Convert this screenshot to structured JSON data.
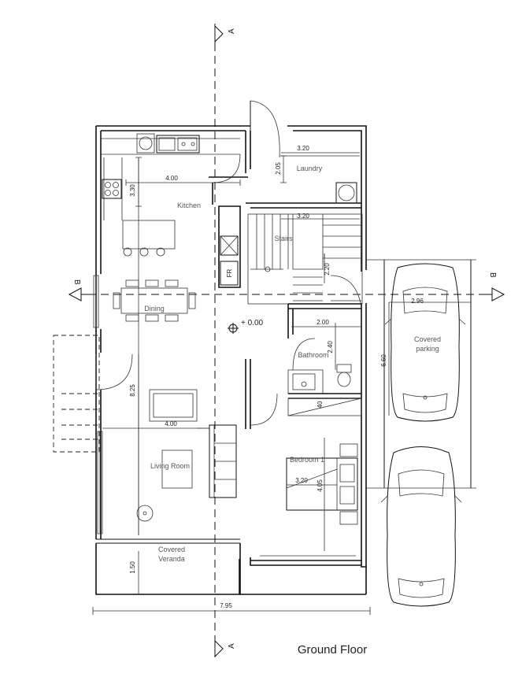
{
  "title": "Ground Floor",
  "level_marker": "+ 0.00",
  "section_markers": {
    "a_top": "A",
    "a_bottom": "A",
    "b_left": "B",
    "b_right": "B"
  },
  "rooms": {
    "kitchen": "Kitchen",
    "laundry": "Laundry",
    "stairs": "Stairs",
    "dining": "Dining",
    "bathroom": "Bathroom",
    "living_room": "Living Room",
    "bedroom": "Bedroom 1",
    "covered_veranda_line1": "Covered",
    "covered_veranda_line2": "Veranda",
    "covered_parking_line1": "Covered",
    "covered_parking_line2": "parking"
  },
  "fixtures": {
    "fridge": "FR"
  },
  "dimensions": {
    "kitchen_width": "4.00",
    "kitchen_depth": "3.30",
    "laundry_width": "3.20",
    "laundry_depth": "2.05",
    "stairs_width": "3.20",
    "stairs_depth": "2.20",
    "bathroom_width": "2.00",
    "bathroom_depth": "2.40",
    "living_width": "4.00",
    "living_depth": "8.25",
    "bedroom_width": "3.20",
    "bedroom_depth": "4.05",
    "veranda_depth": "1.50",
    "parking_width": "2.96",
    "parking_depth": "6.60",
    "total_width": "7.95",
    "closet": "40"
  }
}
